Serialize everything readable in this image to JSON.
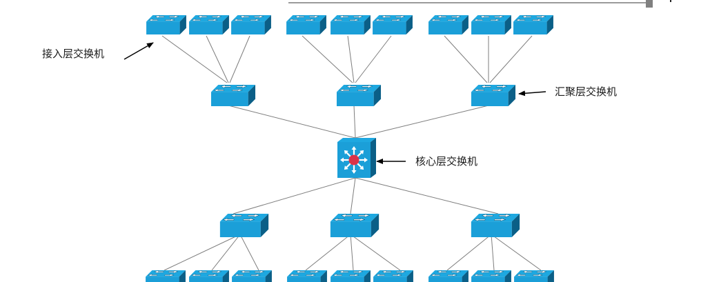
{
  "header": {
    "rule_color": "#9a9a9a",
    "tab_color": "#808080"
  },
  "colors": {
    "switch_top": "#1ea8e0",
    "switch_front": "#1b9fd8",
    "switch_side": "#0b5f87",
    "arrow_glyph": "#ffffff",
    "core_center": "#d9334a",
    "link": "#7d7d7d",
    "pointer": "#000000"
  },
  "labels": {
    "access": "接入层交换机",
    "aggregation": "汇聚层交换机",
    "core": "核心层交换机"
  },
  "topology": {
    "core": {
      "name": "core-switch",
      "icon": "multilayer-switch-icon"
    },
    "upper_groups": [
      {
        "aggregation": "aggregation-switch-1",
        "access": [
          "access-switch-1",
          "access-switch-2",
          "access-switch-3"
        ]
      },
      {
        "aggregation": "aggregation-switch-2",
        "access": [
          "access-switch-4",
          "access-switch-5",
          "access-switch-6"
        ]
      },
      {
        "aggregation": "aggregation-switch-3",
        "access": [
          "access-switch-7",
          "access-switch-8",
          "access-switch-9"
        ]
      }
    ],
    "lower_groups": [
      {
        "aggregation": "aggregation-switch-4",
        "access": [
          "access-switch-10",
          "access-switch-11",
          "access-switch-12"
        ]
      },
      {
        "aggregation": "aggregation-switch-5",
        "access": [
          "access-switch-13",
          "access-switch-14",
          "access-switch-15"
        ]
      },
      {
        "aggregation": "aggregation-switch-6",
        "access": [
          "access-switch-16",
          "access-switch-17",
          "access-switch-18"
        ]
      }
    ]
  }
}
